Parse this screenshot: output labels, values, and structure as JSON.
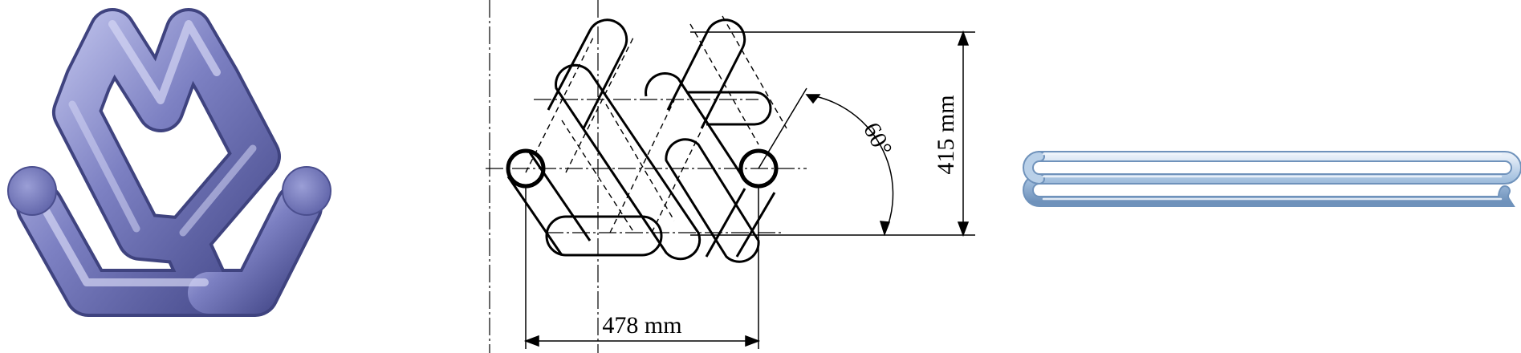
{
  "figure": {
    "panels": [
      "perspective-3d-view",
      "dimensioned-front-view",
      "side-view"
    ],
    "labels": {
      "width_dimension": "478 mm",
      "height_dimension": "415 mm",
      "angle": "60°"
    },
    "colors": {
      "tube_main": "#6f73b6",
      "tube_dark": "#4b4f8f",
      "tube_light": "#b7bbe6",
      "side_tube": "#9ab8d8",
      "side_tube_light": "#d4e3f1",
      "line": "#000000"
    }
  }
}
